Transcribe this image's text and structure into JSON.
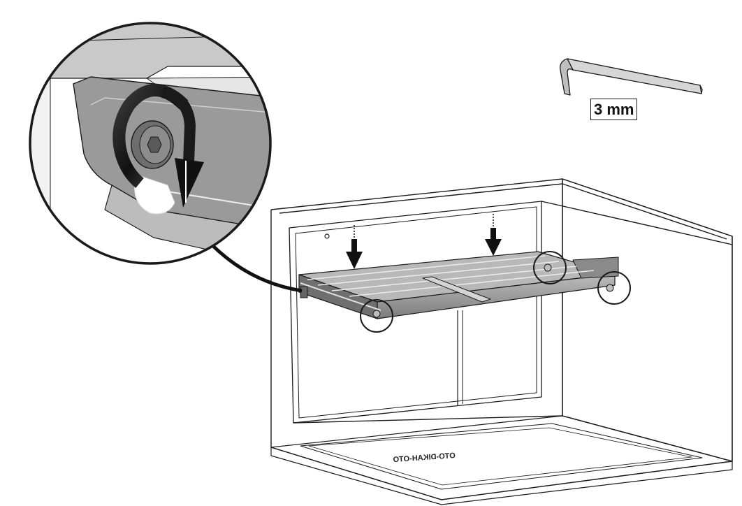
{
  "tool": {
    "name": "allen-key",
    "size_label": "3 mm"
  },
  "cabinet": {
    "bottom_engraving": "OTO-DIKAH-OTO"
  },
  "callout": {
    "detail": "hex-screw-tightening",
    "direction": "clockwise"
  },
  "markers": {
    "push_arrows": 2,
    "screw_circles": 3
  },
  "colors": {
    "line": "#1a1a1a",
    "panel_gray": "#8f8f8f",
    "light_gray": "#d9d9d9"
  }
}
